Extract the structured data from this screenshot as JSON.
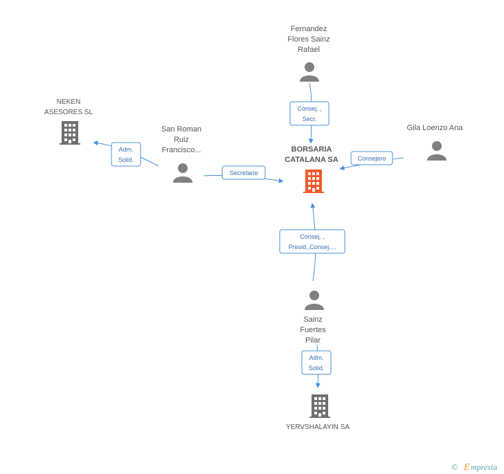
{
  "nodes": {
    "center": {
      "lines": [
        "BORSARIA",
        "CATALANA SA"
      ],
      "kind": "company-main"
    },
    "fernandez": {
      "lines": [
        "Fernandez",
        "Flores Sainz",
        "Rafael"
      ],
      "kind": "person"
    },
    "gila": {
      "lines": [
        "Gila Loenzo Ana"
      ],
      "kind": "person"
    },
    "sanroman": {
      "lines": [
        "San Roman",
        "Ruiz",
        "Francisco..."
      ],
      "kind": "person"
    },
    "neken": {
      "lines": [
        "NEKEN",
        "ASESORES SL"
      ],
      "kind": "company"
    },
    "sainz": {
      "lines": [
        "Sainz",
        "Fuertes",
        "Pilar"
      ],
      "kind": "person"
    },
    "yervshalayin": {
      "lines": [
        "YERVSHALAYIN SA"
      ],
      "kind": "company"
    }
  },
  "edges": {
    "fernandez_center": [
      "Consej. ,",
      "Secr."
    ],
    "gila_center": [
      "Consejero"
    ],
    "sanroman_center": [
      "Secretario"
    ],
    "sanroman_neken": [
      "Adm.",
      "Solid."
    ],
    "sainz_center": [
      "Consej. ,",
      "Presid.,Consej...."
    ],
    "sainz_yervshalayin": [
      "Adm.",
      "Solid."
    ]
  },
  "watermark": {
    "copyright": "©",
    "brand_initial": "E",
    "brand_rest": "mpresia"
  },
  "colors": {
    "edge": "#4a90d9",
    "main_company": "#f15a2a",
    "icon": "#808080",
    "text": "#555555"
  }
}
